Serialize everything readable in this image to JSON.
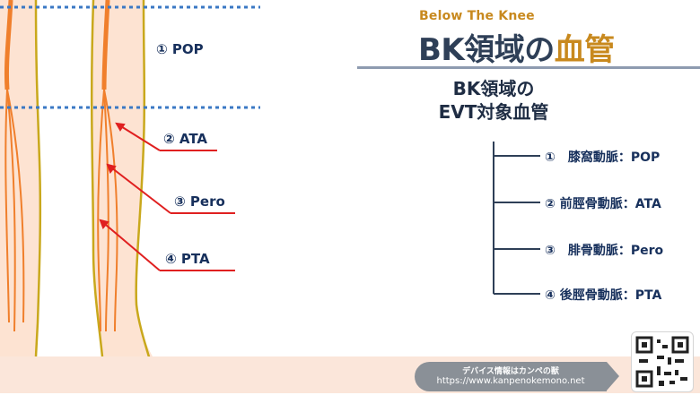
{
  "header": {
    "subtitle": "Below The Knee",
    "title_main": "BK領域の",
    "title_accent": "血管"
  },
  "diagram_labels": [
    {
      "text": "① POP"
    },
    {
      "text": "② ATA"
    },
    {
      "text": "③ Pero"
    },
    {
      "text": "④ PTA"
    }
  ],
  "tree": {
    "heading_line1": "BK領域の",
    "heading_line2": "EVT対象血管",
    "items": [
      {
        "text": "①　膝窩動脈：POP"
      },
      {
        "text": "② 前脛骨動脈：ATA"
      },
      {
        "text": "③　腓骨動脈：Pero"
      },
      {
        "text": "④ 後脛骨動脈：PTA"
      }
    ]
  },
  "footer": {
    "line1": "デバイス情報はカンペの獣",
    "line2": "https://www.kanpenokemono.net"
  },
  "colors": {
    "artery": "#f07f2c",
    "leg_outline": "#c9a81c",
    "dashed_line": "#3a78c4",
    "pointer": "#e02020",
    "title_dark": "#2e3f57",
    "accent": "#c8891e"
  }
}
